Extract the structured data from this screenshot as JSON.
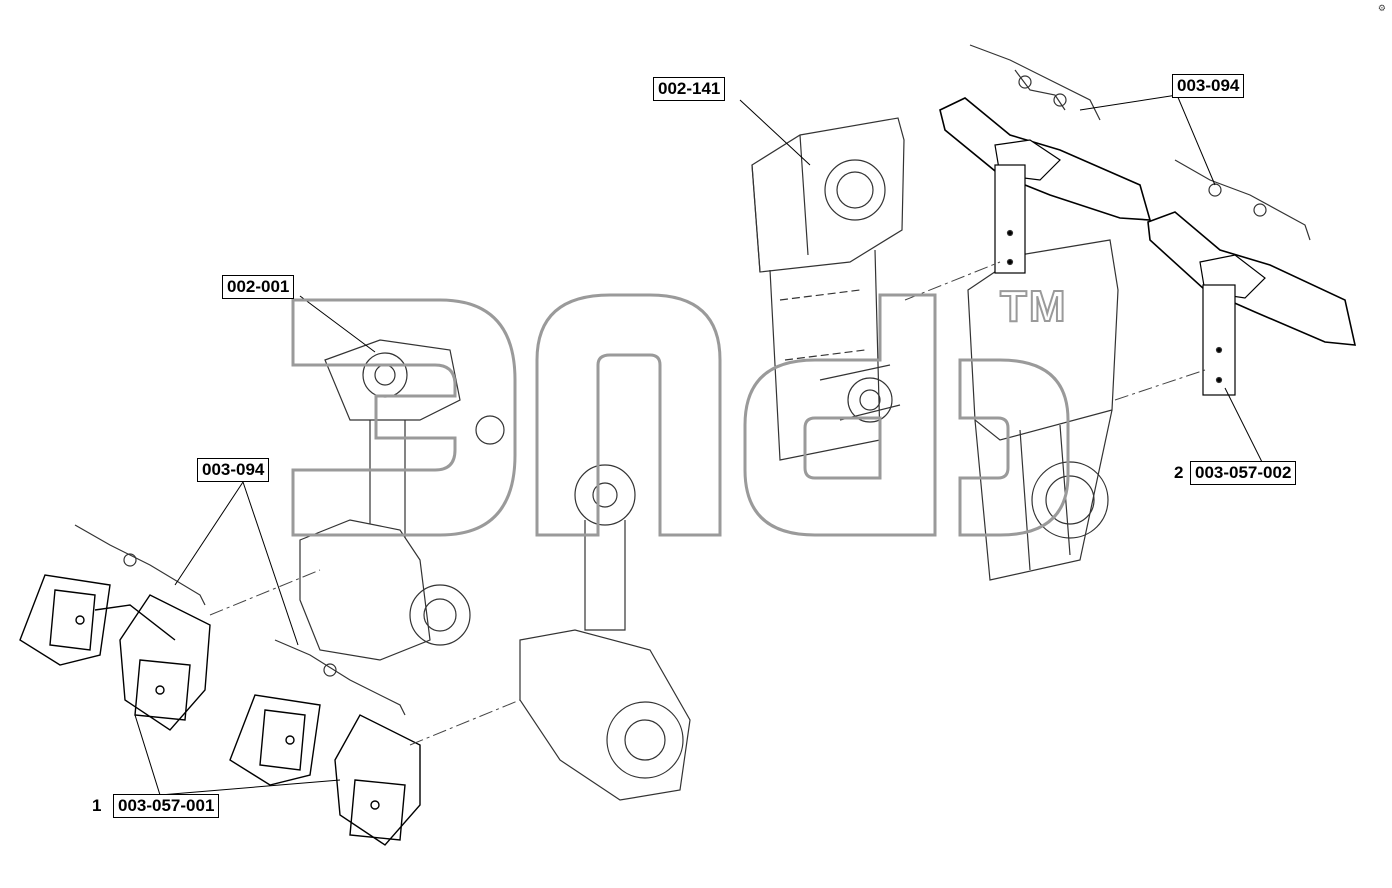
{
  "callouts": [
    {
      "id": "c1",
      "label": "002-141"
    },
    {
      "id": "c2",
      "label": "003-094"
    },
    {
      "id": "c3",
      "label": "002-001"
    },
    {
      "id": "c4",
      "label": "003-094"
    },
    {
      "id": "c5",
      "label": "003-057-002",
      "index": "2"
    },
    {
      "id": "c6",
      "label": "003-057-001",
      "index": "1"
    }
  ],
  "watermark": {
    "tm": "TM"
  },
  "corner_icon": "gear-icon",
  "colors": {
    "line": "#000000",
    "watermark": "#9a9a9a",
    "part_line": "#333333"
  }
}
